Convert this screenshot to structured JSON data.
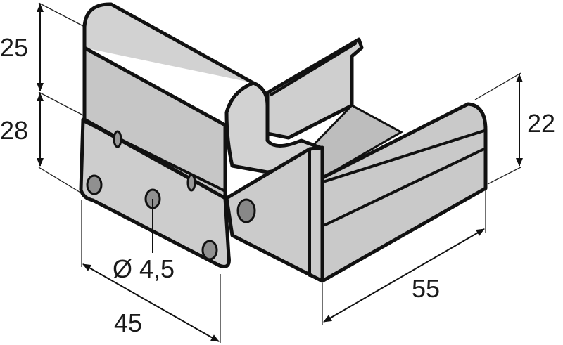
{
  "dimensions": {
    "height_top": "25",
    "height_lower": "28",
    "height_right": "22",
    "width_left": "45",
    "depth_right": "55",
    "hole_diameter": "Ø 4,5"
  },
  "colors": {
    "metal_light": "#d0d0d0",
    "metal_mid": "#c4c4c4",
    "metal_dark": "#aaaaaa",
    "outline": "#111111"
  }
}
